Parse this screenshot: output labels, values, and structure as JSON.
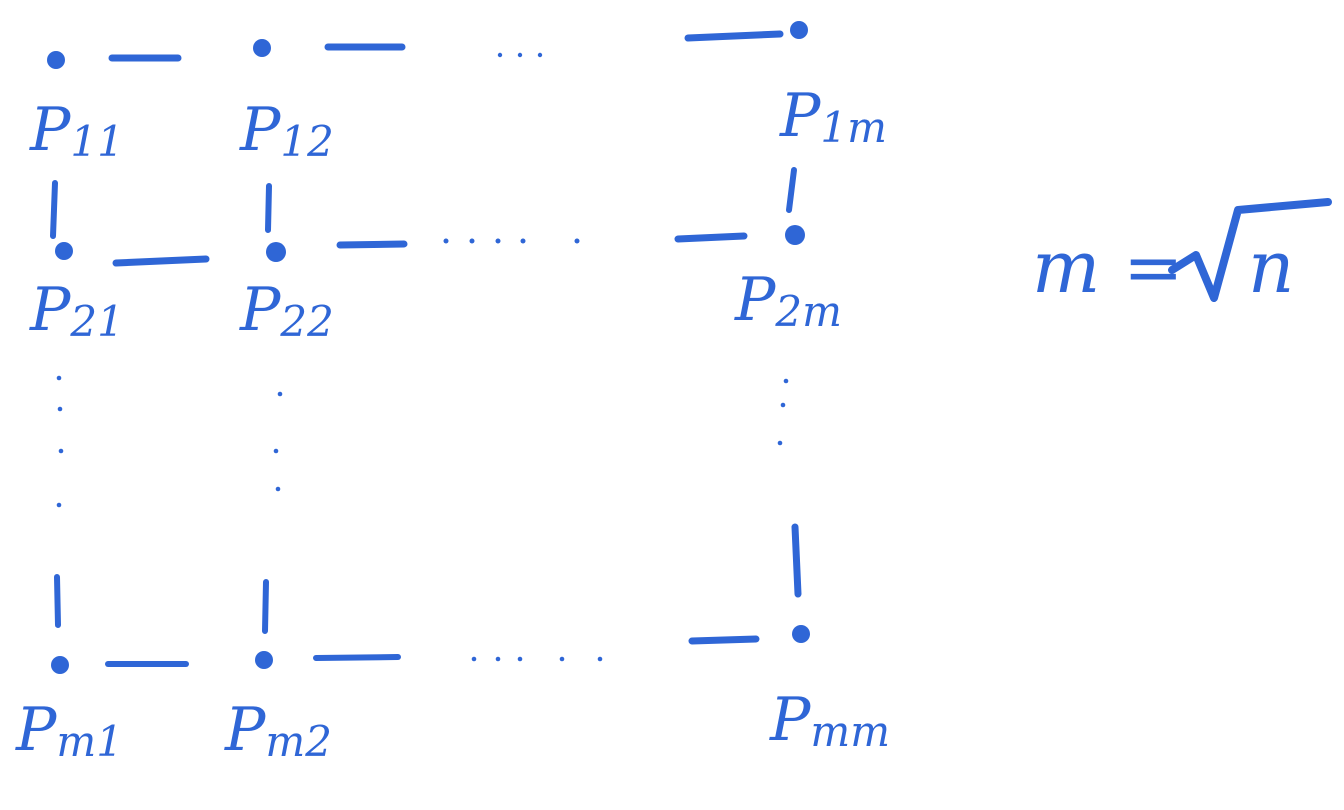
{
  "diagram": {
    "ink_color": "#2f66d6",
    "nodes": [
      {
        "id": "p11",
        "label": "P11",
        "base": "P",
        "sub": "11"
      },
      {
        "id": "p12",
        "label": "P12",
        "base": "P",
        "sub": "12"
      },
      {
        "id": "p1m",
        "label": "P1m",
        "base": "P",
        "sub": "1m"
      },
      {
        "id": "p21",
        "label": "P21",
        "base": "P",
        "sub": "21"
      },
      {
        "id": "p22",
        "label": "P22",
        "base": "P",
        "sub": "22"
      },
      {
        "id": "p2m",
        "label": "P2m",
        "base": "P",
        "sub": "2m"
      },
      {
        "id": "pm1",
        "label": "Pm1",
        "base": "P",
        "sub": "m1"
      },
      {
        "id": "pm2",
        "label": "Pm2",
        "base": "P",
        "sub": "m2"
      },
      {
        "id": "pmm",
        "label": "Pmm",
        "base": "P",
        "sub": "mm"
      }
    ],
    "formula": {
      "lhs": "m =",
      "radicand": "n"
    }
  }
}
